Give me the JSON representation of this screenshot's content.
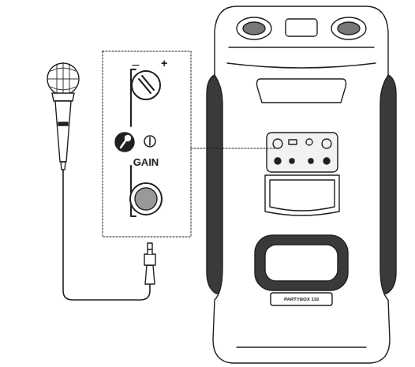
{
  "diagram": {
    "labels": [
      "–",
      "+",
      "GAIN",
      "PARTYBOX 110"
    ]
  }
}
